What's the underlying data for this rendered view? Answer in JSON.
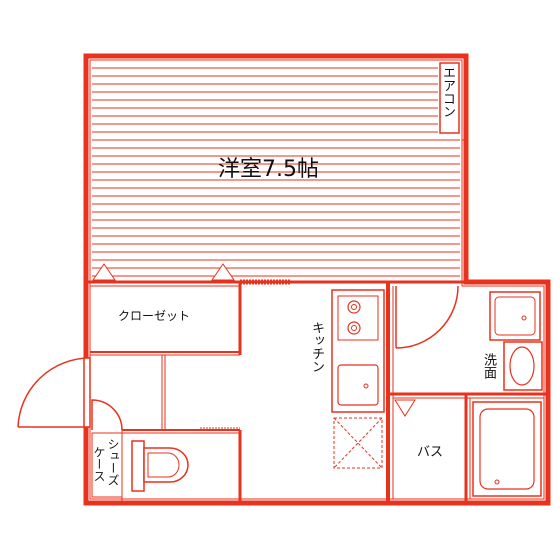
{
  "rooms": {
    "western_room": "洋室7.5帖",
    "aircon": "エアコン",
    "closet": "クローゼット",
    "kitchen": "キッチン",
    "washbasin": "洗面",
    "bath": "バス",
    "shoe_case_line1": "シューズ",
    "shoe_case_line2": "ケース"
  },
  "colors": {
    "wall": "#e8321e",
    "fixture": "#e8321e",
    "background": "#ffffff"
  }
}
